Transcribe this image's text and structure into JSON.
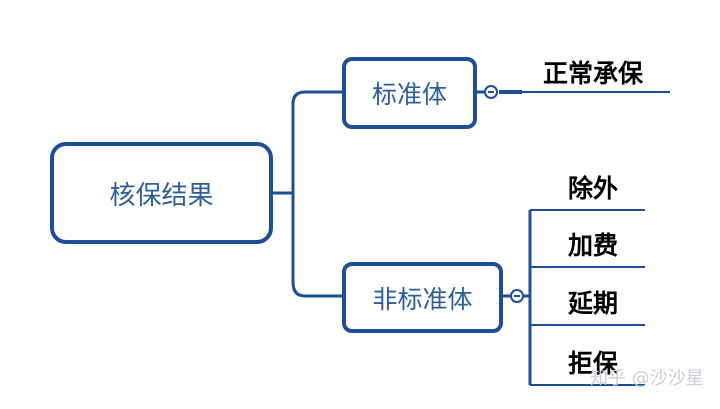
{
  "root": {
    "label": "核保结果"
  },
  "branches": [
    {
      "label": "标准体",
      "children": [
        "正常承保"
      ]
    },
    {
      "label": "非标准体",
      "children": [
        "除外",
        "加费",
        "延期",
        "拒保"
      ]
    }
  ],
  "watermark": "知乎 @沙沙星",
  "colors": {
    "line": "#1f4e96",
    "node_text": "#2e5f9a",
    "leaf_text": "#000000"
  }
}
